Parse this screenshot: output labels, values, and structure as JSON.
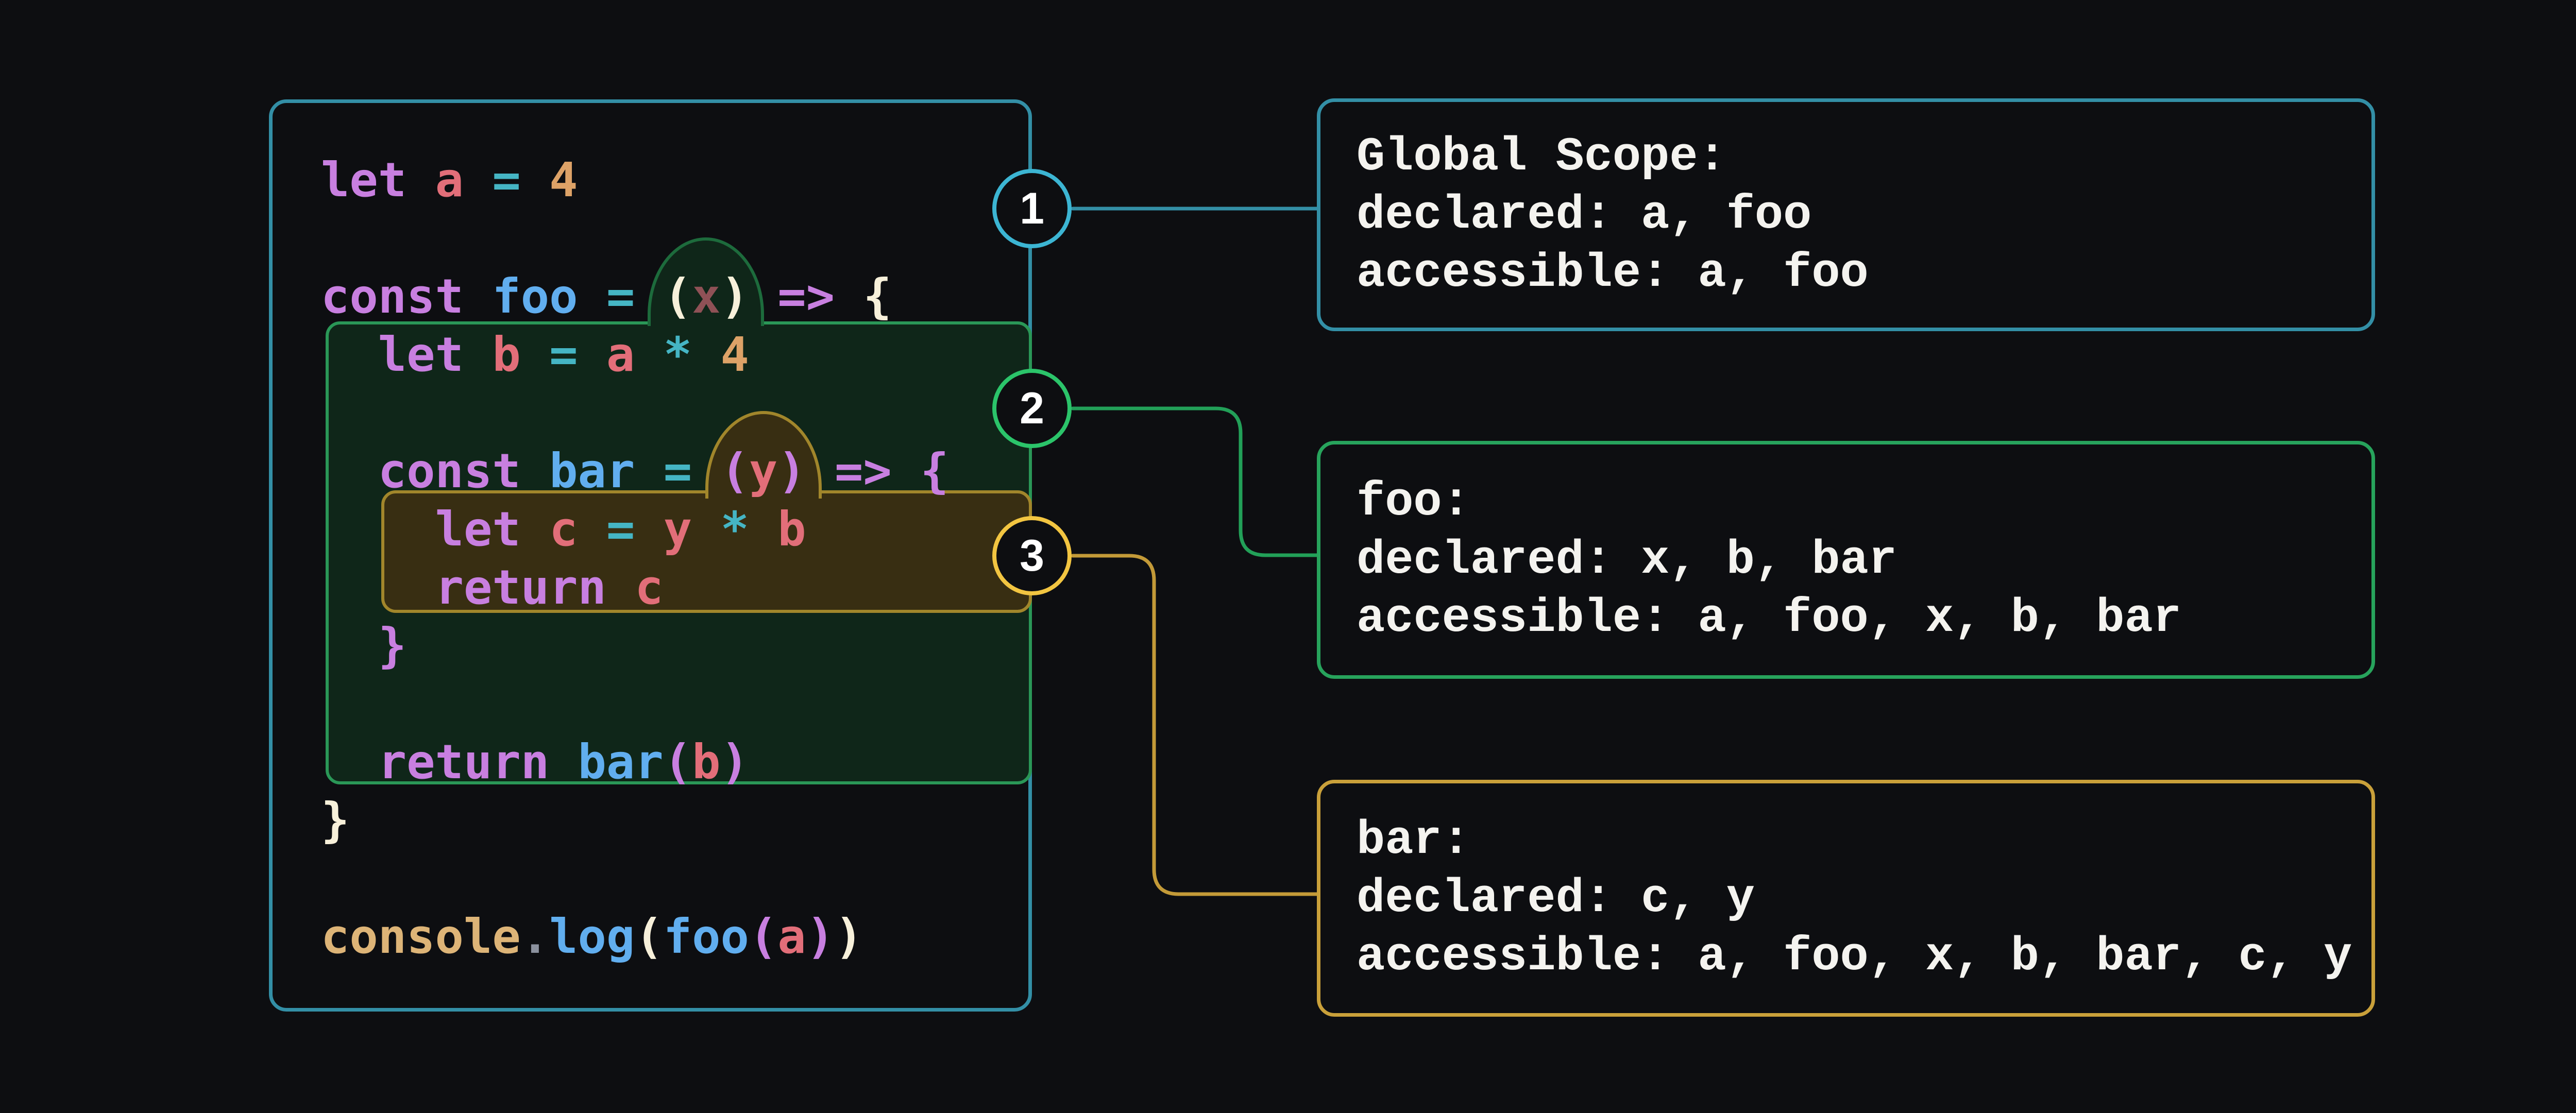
{
  "theme": {
    "bg": "#0d0e11",
    "text": "#f4f3ef",
    "panel_border": "#338fa6",
    "foo_region_fill": "#0f2619",
    "foo_region_border": "#2a9757",
    "foo_dome_border": "#1d6b3c",
    "bar_region_fill": "#382e12",
    "bar_region_border": "#a1862b",
    "marker1": "#3cb5d3",
    "marker2": "#2bc46a",
    "marker3": "#f2c541",
    "line1": "#338fa6",
    "line2": "#22a058",
    "line3": "#c39a38",
    "box1_border": "#338fa6",
    "box2_border": "#27a35c",
    "box3_border": "#c9a03a"
  },
  "palette": {
    "kw": "#c87fe0",
    "fn": "#61aeef",
    "var": "#e26e79",
    "op": "#45b5c4",
    "num": "#dda267",
    "obj": "#ddb477",
    "dot": "#8b919e",
    "br1": "#f7f0da",
    "br2": "#c87fe0",
    "param": "#8f5156",
    "plain": "#d8d8d8"
  },
  "code": {
    "lines": [
      {
        "tokens": [
          [
            "let",
            "kw"
          ],
          [
            " ",
            "plain"
          ],
          [
            "a",
            "var"
          ],
          [
            " ",
            "plain"
          ],
          [
            "=",
            "op"
          ],
          [
            " ",
            "plain"
          ],
          [
            "4",
            "num"
          ]
        ]
      },
      {
        "tokens": []
      },
      {
        "tokens": [
          [
            "const",
            "kw"
          ],
          [
            " ",
            "plain"
          ],
          [
            "foo",
            "fn"
          ],
          [
            " ",
            "plain"
          ],
          [
            "=",
            "op"
          ],
          [
            " ",
            "plain"
          ],
          [
            "(",
            "br1"
          ],
          [
            "x",
            "param"
          ],
          [
            ")",
            "br1"
          ],
          [
            " ",
            "plain"
          ],
          [
            "=>",
            "kw"
          ],
          [
            " ",
            "plain"
          ],
          [
            "{",
            "br1"
          ]
        ]
      },
      {
        "tokens": [
          [
            "  ",
            "plain"
          ],
          [
            "let",
            "kw"
          ],
          [
            " ",
            "plain"
          ],
          [
            "b",
            "var"
          ],
          [
            " ",
            "plain"
          ],
          [
            "=",
            "op"
          ],
          [
            " ",
            "plain"
          ],
          [
            "a",
            "var"
          ],
          [
            " ",
            "plain"
          ],
          [
            "*",
            "op"
          ],
          [
            " ",
            "plain"
          ],
          [
            "4",
            "num"
          ]
        ]
      },
      {
        "tokens": []
      },
      {
        "tokens": [
          [
            "  ",
            "plain"
          ],
          [
            "const",
            "kw"
          ],
          [
            " ",
            "plain"
          ],
          [
            "bar",
            "fn"
          ],
          [
            " ",
            "plain"
          ],
          [
            "=",
            "op"
          ],
          [
            " ",
            "plain"
          ],
          [
            "(",
            "br2"
          ],
          [
            "y",
            "var"
          ],
          [
            ")",
            "br2"
          ],
          [
            " ",
            "plain"
          ],
          [
            "=>",
            "kw"
          ],
          [
            " ",
            "plain"
          ],
          [
            "{",
            "br2"
          ]
        ]
      },
      {
        "tokens": [
          [
            "    ",
            "plain"
          ],
          [
            "let",
            "kw"
          ],
          [
            " ",
            "plain"
          ],
          [
            "c",
            "var"
          ],
          [
            " ",
            "plain"
          ],
          [
            "=",
            "op"
          ],
          [
            " ",
            "plain"
          ],
          [
            "y",
            "var"
          ],
          [
            " ",
            "plain"
          ],
          [
            "*",
            "op"
          ],
          [
            " ",
            "plain"
          ],
          [
            "b",
            "var"
          ]
        ]
      },
      {
        "tokens": [
          [
            "    ",
            "plain"
          ],
          [
            "return",
            "kw"
          ],
          [
            " ",
            "plain"
          ],
          [
            "c",
            "var"
          ]
        ]
      },
      {
        "tokens": [
          [
            "  ",
            "plain"
          ],
          [
            "}",
            "br2"
          ]
        ]
      },
      {
        "tokens": []
      },
      {
        "tokens": [
          [
            "  ",
            "plain"
          ],
          [
            "return",
            "kw"
          ],
          [
            " ",
            "plain"
          ],
          [
            "bar",
            "fn"
          ],
          [
            "(",
            "br2"
          ],
          [
            "b",
            "var"
          ],
          [
            ")",
            "br2"
          ]
        ]
      },
      {
        "tokens": [
          [
            "}",
            "br1"
          ]
        ]
      },
      {
        "tokens": []
      },
      {
        "tokens": [
          [
            "console",
            "obj"
          ],
          [
            ".",
            "dot"
          ],
          [
            "log",
            "fn"
          ],
          [
            "(",
            "br1"
          ],
          [
            "foo",
            "fn"
          ],
          [
            "(",
            "br2"
          ],
          [
            "a",
            "var"
          ],
          [
            ")",
            "br2"
          ],
          [
            ")",
            "br1"
          ]
        ]
      }
    ]
  },
  "markers": [
    {
      "label": "1"
    },
    {
      "label": "2"
    },
    {
      "label": "3"
    }
  ],
  "callouts": [
    {
      "lines": [
        "Global Scope:",
        "declared: a, foo",
        "accessible: a, foo"
      ]
    },
    {
      "lines": [
        "foo:",
        "declared: x, b, bar",
        "accessible: a, foo, x, b, bar"
      ]
    },
    {
      "lines": [
        "bar:",
        "declared: c, y",
        "accessible: a, foo, x, b, bar, c, y"
      ]
    }
  ]
}
